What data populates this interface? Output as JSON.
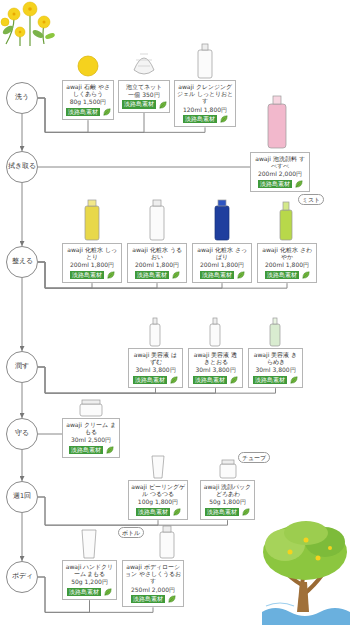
{
  "diagram": {
    "nodes": [
      {
        "text": [
          "洗う"
        ]
      },
      {
        "text": [
          "awaji 石鹸 やさしくあらう",
          "80g 1,500円",
          "淡路島素材"
        ]
      },
      {
        "text": [
          "泡立てネット",
          "一個 350円",
          "淡路島素材"
        ]
      },
      {
        "text": [
          "awaji クレンジングジェル しっとりおとす",
          "120ml 1,800円",
          "淡路島素材"
        ]
      },
      {
        "text": [
          "拭き取る"
        ]
      },
      {
        "text": [
          "awaji 泡洗顔料 すべすべ",
          "200ml 2,000円",
          "淡路島素材"
        ]
      },
      {
        "text": [
          "整える"
        ]
      },
      {
        "text": [
          "awaji 化粧水 しっとり",
          "200ml 1,800円",
          "淡路島素材"
        ]
      },
      {
        "text": [
          "awaji 化粧水 うるおい",
          "200ml 1,800円",
          "淡路島素材"
        ]
      },
      {
        "text": [
          "awaji 化粧水 さっぱり",
          "200ml 1,800円",
          "淡路島素材"
        ]
      },
      {
        "text": [
          "awaji 化粧水 さわやか",
          "200ml 1,800円",
          "淡路島素材"
        ]
      },
      {
        "text": [
          "潤す"
        ]
      },
      {
        "text": [
          "awaji 美容液 はずむ",
          "30ml 3,800円",
          "淡路島素材"
        ]
      },
      {
        "text": [
          "awaji 美容液 透きとおる",
          "30ml 3,800円",
          "淡路島素材"
        ]
      },
      {
        "text": [
          "awaji 美容液 きらめき",
          "30ml 3,800円",
          "淡路島素材"
        ]
      },
      {
        "text": [
          "守る"
        ]
      },
      {
        "text": [
          "awaji クリーム まもる",
          "30ml 2,500円",
          "淡路島素材"
        ]
      },
      {
        "text": [
          "週1回"
        ]
      },
      {
        "text": [
          "awaji ピーリングゲル つるつる",
          "100g 1,800円",
          "淡路島素材"
        ]
      },
      {
        "text": [
          "awaji 洗顔パック どろあわ",
          "50g 1,800円",
          "淡路島素材"
        ]
      },
      {
        "text": [
          "ボディ"
        ]
      },
      {
        "text": [
          "awaji ハンドクリーム まもる",
          "50g 1,200円",
          "淡路島素材"
        ]
      },
      {
        "text": [
          "awaji ボディローション やさしくうるおす",
          "250ml 2,000円",
          "淡路島素材"
        ]
      }
    ],
    "edges": [
      {
        "from": 0,
        "to": 4,
        "arrow": "to"
      },
      {
        "from": 4,
        "to": 6,
        "arrow": "to"
      },
      {
        "from": 6,
        "to": 11,
        "arrow": "to"
      },
      {
        "from": 11,
        "to": 15,
        "arrow": "to"
      },
      {
        "from": 15,
        "to": 17,
        "arrow": "to"
      },
      {
        "from": 17,
        "to": 20,
        "arrow": "to"
      },
      {
        "from": 0,
        "to": 1,
        "arrow": "none"
      },
      {
        "from": 0,
        "to": 2,
        "arrow": "none"
      },
      {
        "from": 0,
        "to": 3,
        "arrow": "none"
      },
      {
        "from": 4,
        "to": 5,
        "arrow": "none"
      },
      {
        "from": 6,
        "to": 7,
        "arrow": "none"
      },
      {
        "from": 6,
        "to": 8,
        "arrow": "none"
      },
      {
        "from": 6,
        "to": 9,
        "arrow": "none"
      },
      {
        "from": 6,
        "to": 10,
        "arrow": "none"
      },
      {
        "from": 11,
        "to": 12,
        "arrow": "none"
      },
      {
        "from": 11,
        "to": 13,
        "arrow": "none"
      },
      {
        "from": 11,
        "to": 14,
        "arrow": "none"
      },
      {
        "from": 15,
        "to": 16,
        "arrow": "none"
      },
      {
        "from": 17,
        "to": 18,
        "arrow": "none"
      },
      {
        "from": 17,
        "to": 19,
        "arrow": "none"
      },
      {
        "from": 20,
        "to": 21,
        "arrow": "none"
      },
      {
        "from": 20,
        "to": 22,
        "arrow": "none"
      }
    ],
    "labels": [
      "ミスト",
      "チューブ",
      "ボトル"
    ]
  }
}
